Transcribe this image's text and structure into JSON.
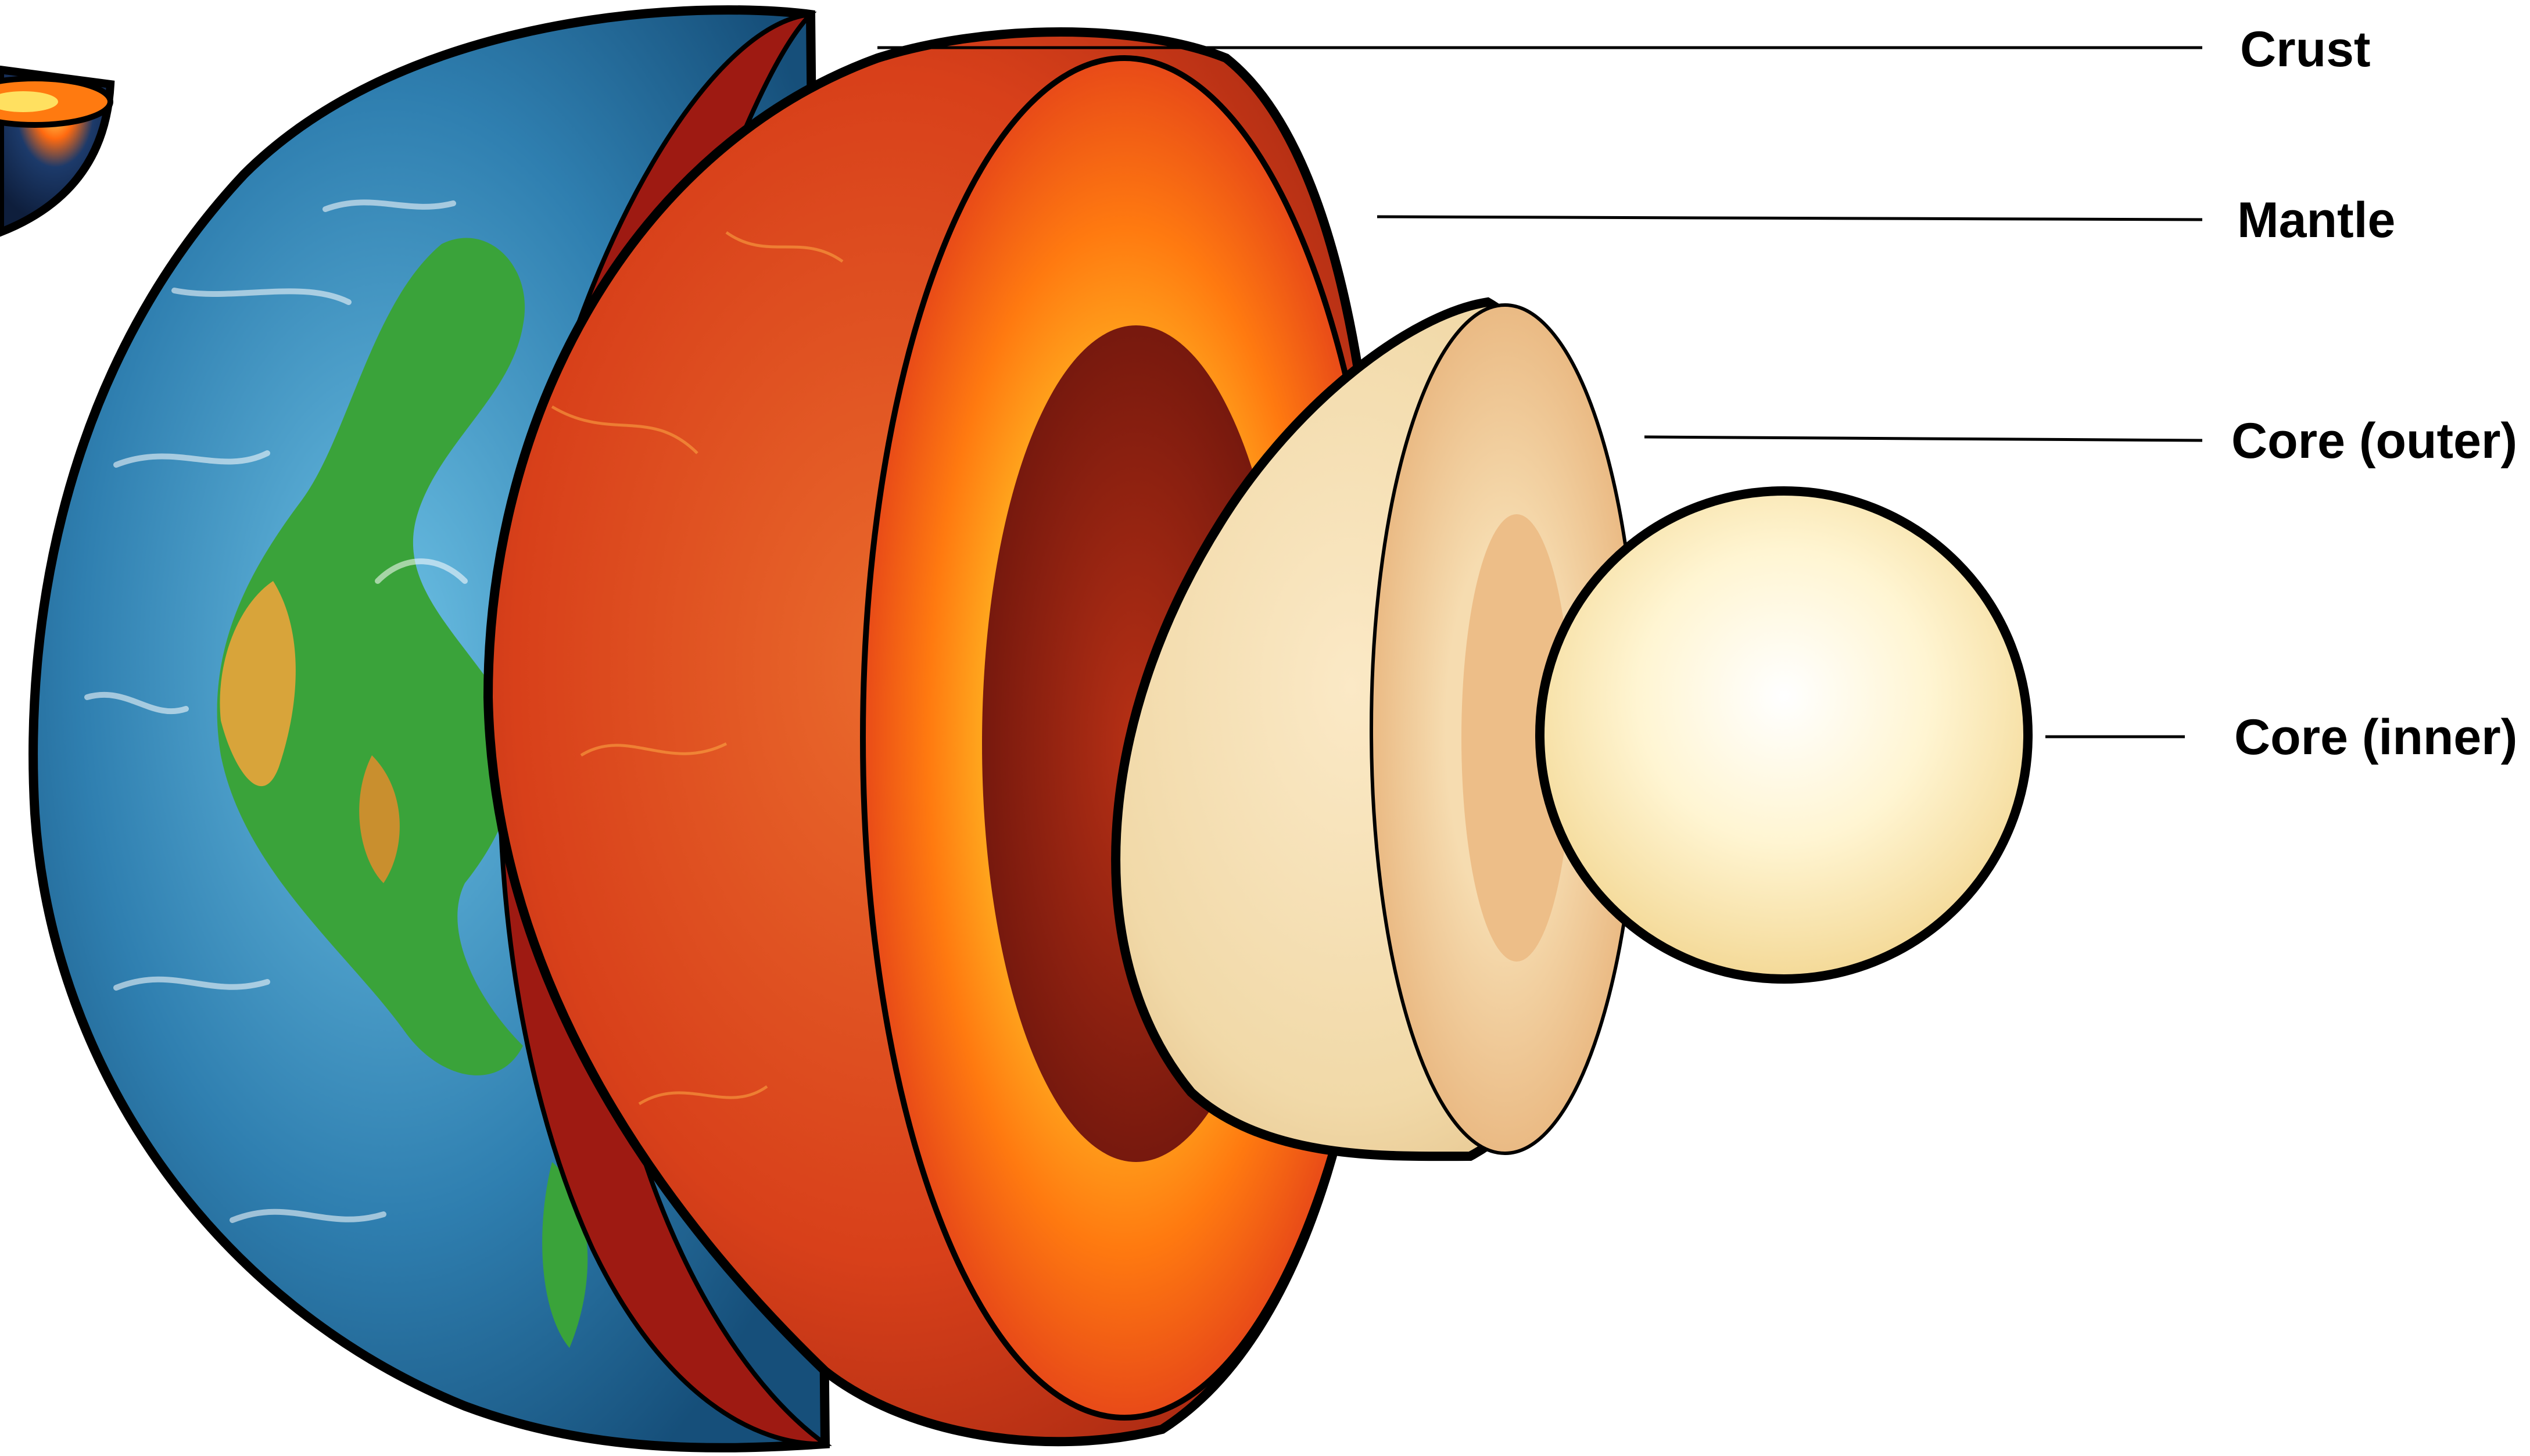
{
  "labels": {
    "crust": "Crust",
    "mantle": "Mantle",
    "core_outer": "Core (outer)",
    "core_inner": "Core (inner)"
  },
  "layers": [
    "crust",
    "mantle",
    "core_outer",
    "core_inner"
  ],
  "colors": {
    "ocean": "#2f7fb0",
    "land": "#3aa33a",
    "crust_cut": "#9e1a12",
    "mantle_surface": "#d8401a",
    "mantle_glow": "#ff8a10",
    "mantle_inner": "#8c1a10",
    "outer_core": "#f1d9a8",
    "inner_core": "#fff2c4",
    "outline": "#000000",
    "leader_line": "#000000"
  }
}
